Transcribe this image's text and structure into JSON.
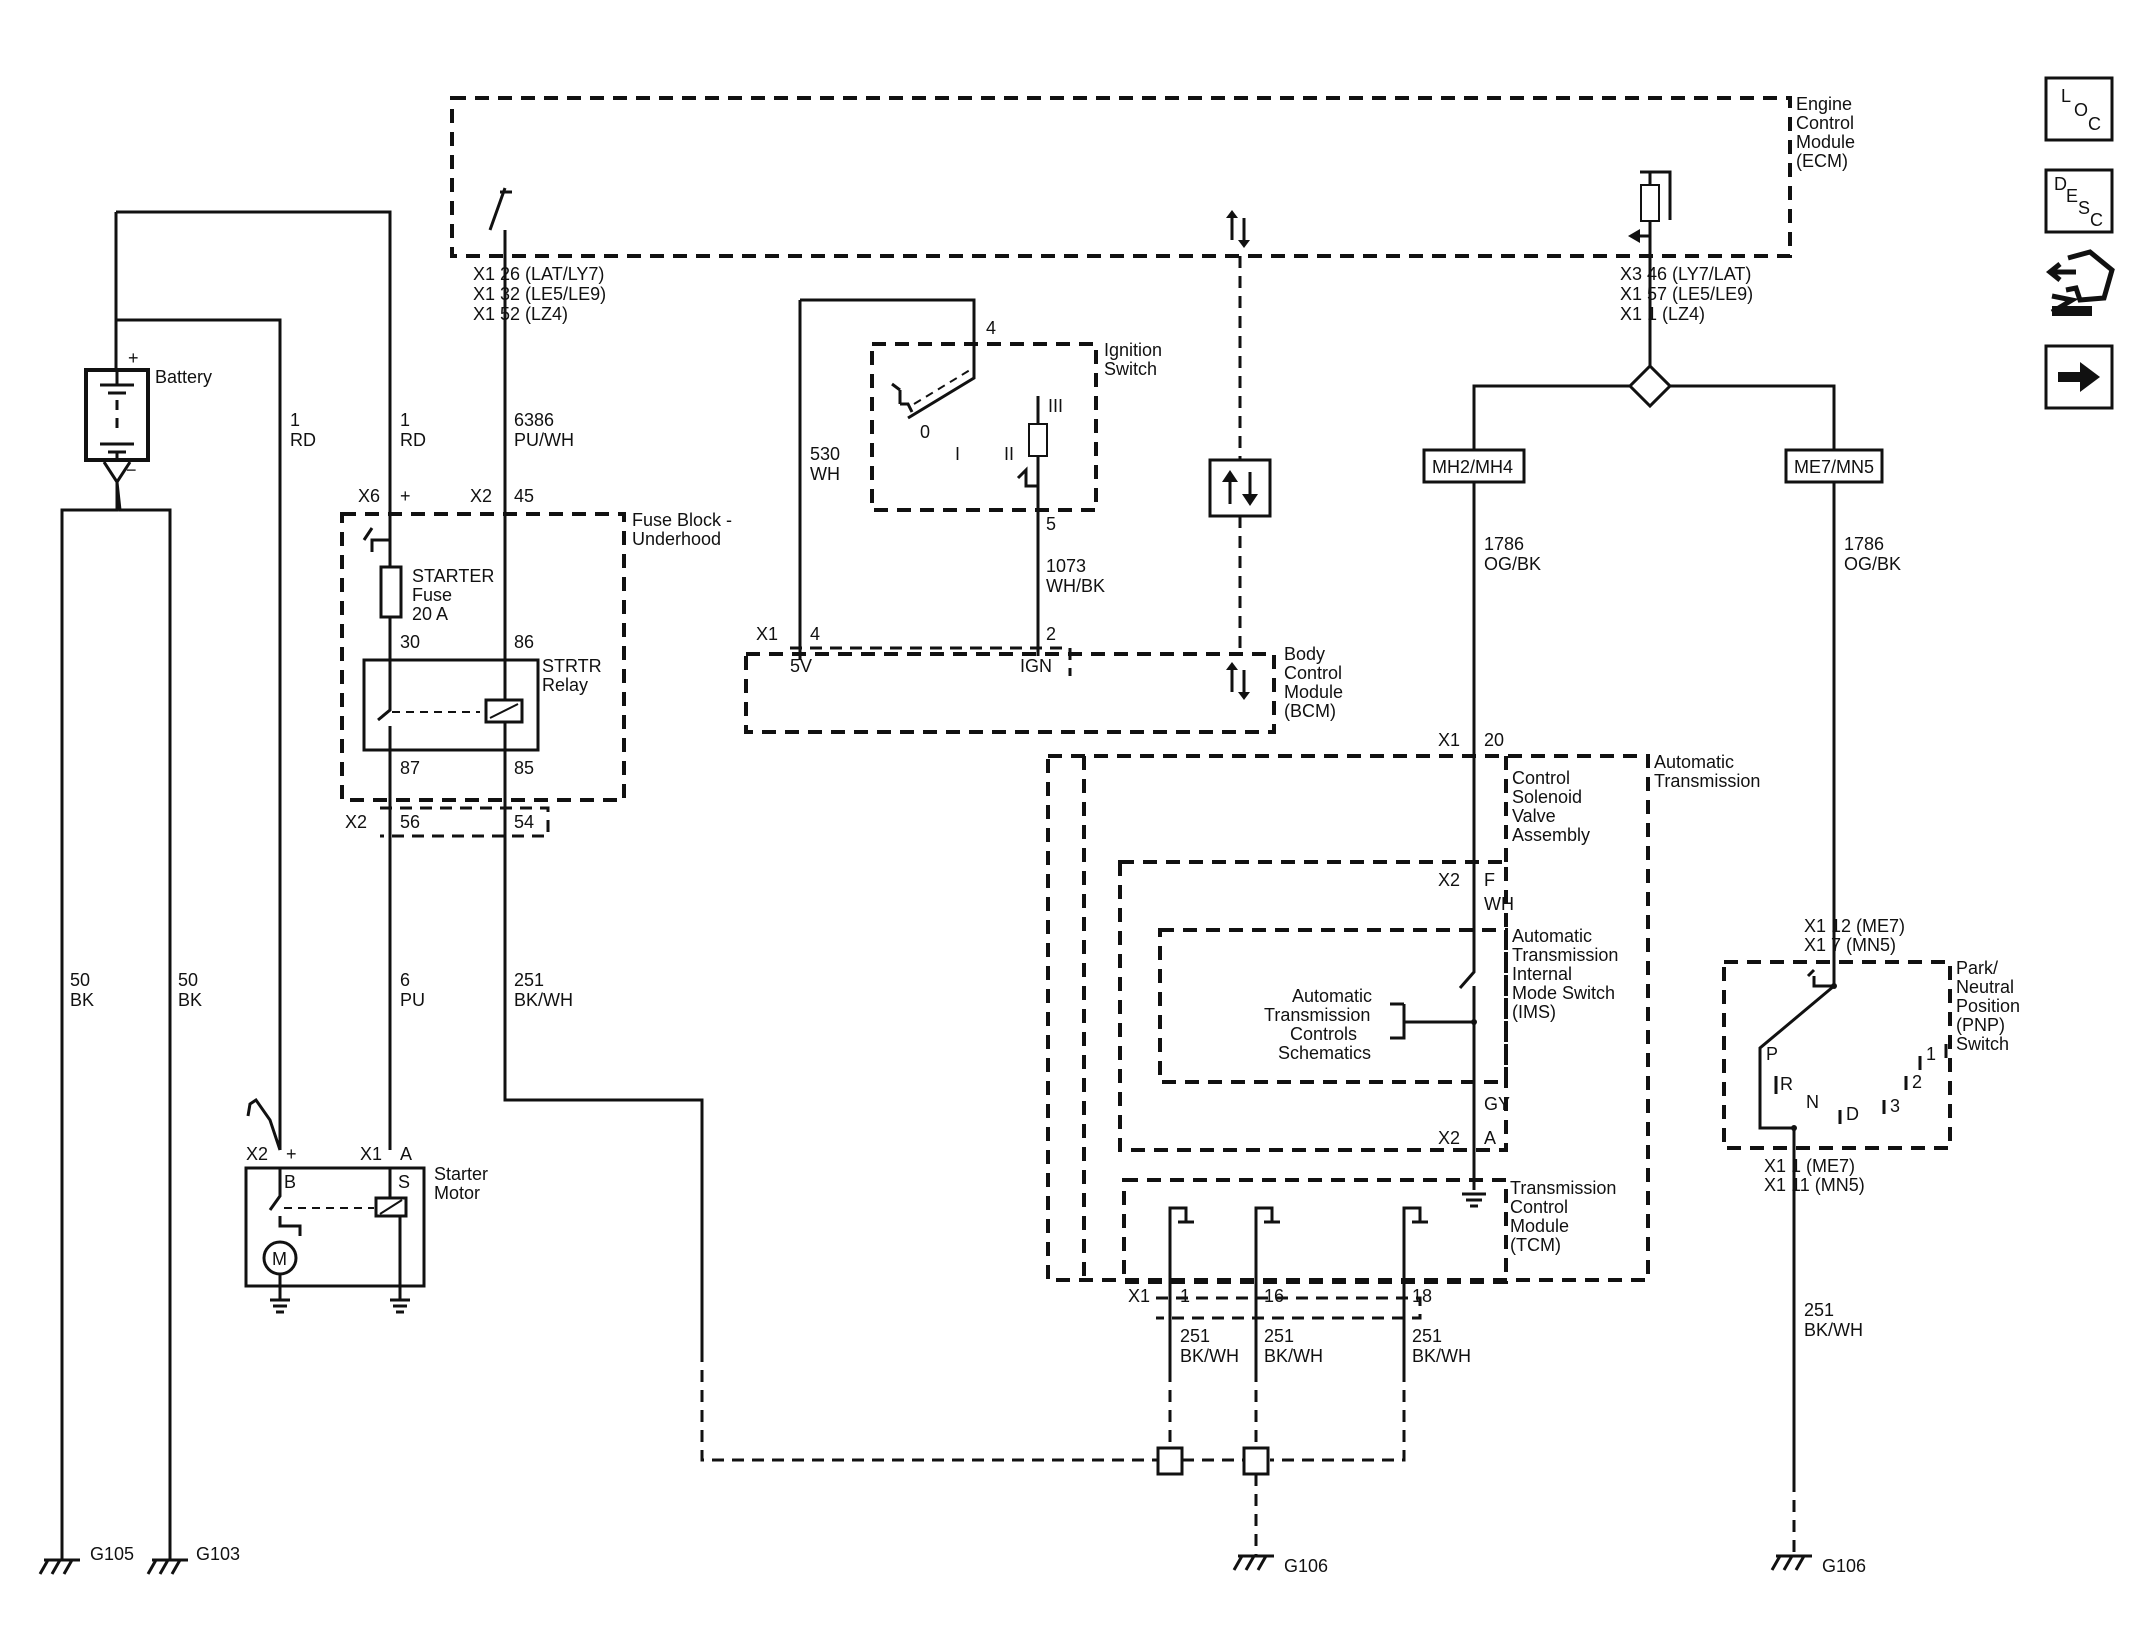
{
  "nav": {
    "loc": [
      "L",
      "O",
      "C"
    ],
    "desc": [
      "D",
      "E",
      "S",
      "C"
    ],
    "icons": [
      "connector-icon",
      "next-arrow-icon"
    ]
  },
  "labels": {
    "ecm": [
      "Engine",
      "Control",
      "Module",
      "(ECM)"
    ],
    "ecm_left_pins": [
      "X1  26 (LAT/LY7)",
      "X1  32 (LE5/LE9)",
      "X1  52 (LZ4)"
    ],
    "ecm_right_pins": [
      "X3  46 (LY7/LAT)",
      "X1  57 (LE5/LE9)",
      "X1  1 (LZ4)"
    ],
    "battery": "Battery",
    "battery_plus": "+",
    "battery_minus": "−",
    "wire_1rd_a": [
      "1",
      "RD"
    ],
    "wire_1rd_b": [
      "1",
      "RD"
    ],
    "wire_6386": [
      "6386",
      "PU/WH"
    ],
    "fuse_block": [
      "Fuse Block -",
      "Underhood"
    ],
    "x6": "X6",
    "x6_plus": "+",
    "x2_45": "X2",
    "pin_45": "45",
    "starter_fuse": [
      "STARTER",
      "Fuse",
      "20 A"
    ],
    "relay_pins": {
      "p30": "30",
      "p86": "86",
      "p87": "87",
      "p85": "85"
    },
    "relay": [
      "STRTR",
      "Relay"
    ],
    "x2_bottom": "X2",
    "pin_56": "56",
    "pin_54": "54",
    "wire_6pu": [
      "6",
      "PU"
    ],
    "wire_251_left": [
      "251",
      "BK/WH"
    ],
    "wire_50bk_a": [
      "50",
      "BK"
    ],
    "wire_50bk_b": [
      "50",
      "BK"
    ],
    "starter_x2": "X2",
    "starter_plus": "+",
    "starter_x1": "X1",
    "starter_a": "A",
    "starter_b": "B",
    "starter_s": "S",
    "starter_m": "M",
    "starter_motor": [
      "Starter",
      "Motor"
    ],
    "g105": "G105",
    "g103": "G103",
    "g106_mid": "G106",
    "g106_right": "G106",
    "ign_pin4": "4",
    "ign_pin5": "5",
    "ign_switch": [
      "Ignition",
      "Switch"
    ],
    "ign_pos": {
      "p0": "0",
      "pI": "I",
      "pII": "II",
      "pIII": "III"
    },
    "wire_530": [
      "530",
      "WH"
    ],
    "wire_1073": [
      "1073",
      "WH/BK"
    ],
    "bcm_x1": "X1",
    "bcm_pin4": "4",
    "bcm_pin2": "2",
    "bcm_5v": "5V",
    "bcm_ign": "IGN",
    "bcm": [
      "Body",
      "Control",
      "Module",
      "(BCM)"
    ],
    "mh2": "MH2/MH4",
    "me7": "ME7/MN5",
    "wire_1786_a": [
      "1786",
      "OG/BK"
    ],
    "wire_1786_b": [
      "1786",
      "OG/BK"
    ],
    "x1_20": "X1",
    "pin_20": "20",
    "auto_trans": [
      "Automatic",
      "Transmission"
    ],
    "csva": [
      "Control",
      "Solenoid",
      "Valve",
      "Assembly"
    ],
    "x2_f": "X2",
    "pin_f": "F",
    "wh": "WH",
    "ims": [
      "Automatic",
      "Transmission",
      "Internal",
      "Mode Switch",
      "(IMS)"
    ],
    "atcs": [
      "Automatic",
      "Transmission",
      "Controls",
      "Schematics"
    ],
    "gy": "GY",
    "x2_a": "X2",
    "pin_a": "A",
    "tcm": [
      "Transmission",
      "Control",
      "Module",
      "(TCM)"
    ],
    "tcm_x1": "X1",
    "tcm_pins": [
      "1",
      "16",
      "18"
    ],
    "wire_251_tcm": [
      [
        "251",
        "BK/WH"
      ],
      [
        "251",
        "BK/WH"
      ],
      [
        "251",
        "BK/WH"
      ]
    ],
    "pnp_top_pins": [
      "X1  12 (ME7)",
      "X1  7 (MN5)"
    ],
    "pnp": [
      "Park/",
      "Neutral",
      "Position",
      "(PNP)",
      "Switch"
    ],
    "pnp_pos": {
      "p": "P",
      "r": "R",
      "n": "N",
      "d": "D",
      "three": "3",
      "two": "2",
      "one": "1"
    },
    "pnp_bottom_pins": [
      "X1  1 (ME7)",
      "X1  11 (MN5)"
    ],
    "wire_251_right": [
      "251",
      "BK/WH"
    ]
  }
}
